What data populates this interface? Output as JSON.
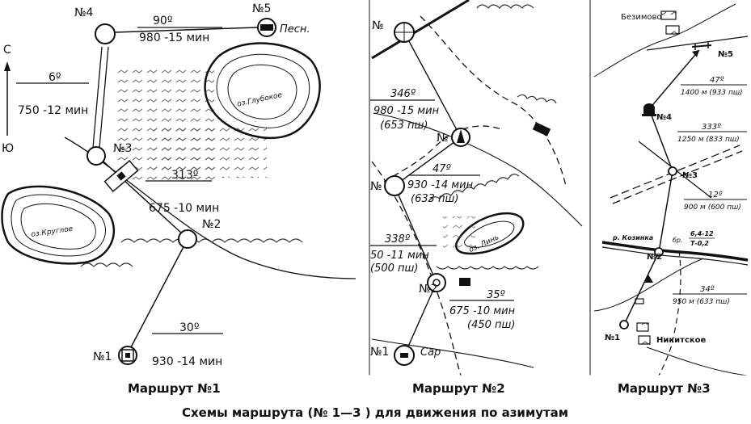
{
  "caption": "Схемы маршрута (№ 1—3 ) для движения по азимутам",
  "route1": {
    "title": "Маршрут №1",
    "north": "С",
    "south": "Ю",
    "p4": "№4",
    "p5": "№5",
    "p5_name": "Песн.",
    "p3": "№3",
    "p2": "№2",
    "p1": "№1",
    "seg_4_5": {
      "az": "90º",
      "dist": "980 -15 мин"
    },
    "seg_3_4": {
      "az": "6º",
      "dist": "750 -12 мин"
    },
    "seg_2_3": {
      "az": "313º",
      "dist": "675 -10 мин"
    },
    "seg_1_2": {
      "az": "30º",
      "dist": "930 -14 мин"
    },
    "lake_a": "оз.Глубокое",
    "lake_b": "оз.Круглое"
  },
  "route2": {
    "title": "Маршрут №2",
    "p_top": "№",
    "p_mid": "№",
    "p_left": "№",
    "p2": "№2",
    "p1": "№1",
    "p1_name": "Сар",
    "seg_a": {
      "az": "346º",
      "dist": "980 -15 мин",
      "steps": "(653 пш)"
    },
    "seg_b": {
      "az": "47º",
      "dist": "930 -14 мин",
      "steps": "(633 пш)"
    },
    "seg_c": {
      "az": "338º",
      "dist": "50 -11 мин",
      "steps": "(500 пш)"
    },
    "seg_d": {
      "az": "35º",
      "dist": "675 -10 мин",
      "steps": "(450 пш)"
    },
    "lake": "оз. Линь"
  },
  "route3": {
    "title": "Маршрут №3",
    "village_top": "Безимово",
    "village_bottom": "Никитское",
    "river": "р. Козинка",
    "bridge": "бр.",
    "bridge_info1": "6,4-12",
    "bridge_info2": "Т-0,2",
    "p5": "№5",
    "p4": "№4",
    "p3": "№3",
    "p2": "№2",
    "p1": "№1",
    "seg_4_5": {
      "az": "47º",
      "dist": "1400 м (933 пш)"
    },
    "seg_3_4": {
      "az": "333º",
      "dist": "1250 м (833 пш)"
    },
    "seg_2_3": {
      "az": "12º",
      "dist": "900 м (600 пш)"
    },
    "seg_1_2": {
      "az": "34º",
      "dist": "950 м (633 пш)"
    }
  }
}
